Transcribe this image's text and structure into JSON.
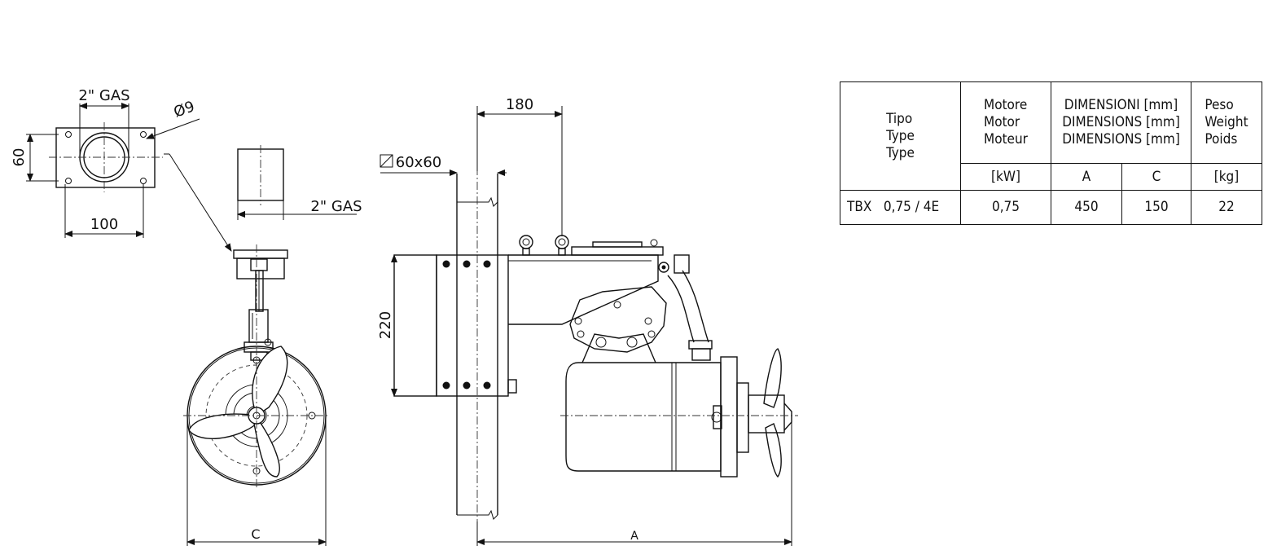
{
  "labels": {
    "gas_top": "2\" GAS",
    "diameter": "Ø9",
    "dim_60": "60",
    "dim_100": "100",
    "gas_pipe": "2\" GAS",
    "square": "60x60",
    "dim_180": "180",
    "dim_220": "220",
    "dim_c": "C",
    "dim_a": "A"
  },
  "table": {
    "tipo_header": [
      "Tipo",
      "Type",
      "Type"
    ],
    "motor_header": [
      "Motore",
      "Motor",
      "Moteur"
    ],
    "dimensions_header": [
      "DIMENSIONI  [mm]",
      "DIMENSIONS  [mm]",
      "DIMENSIONS  [mm]"
    ],
    "weight_header": [
      "Peso",
      "Weight",
      "Poids"
    ],
    "units": {
      "motor": "[kW]",
      "a": "A",
      "c": "C",
      "weight": "[kg]"
    },
    "rows": [
      {
        "type": "TBX   0,75 / 4E",
        "motor": "0,75",
        "a": "450",
        "c": "150",
        "weight": "22"
      }
    ]
  }
}
